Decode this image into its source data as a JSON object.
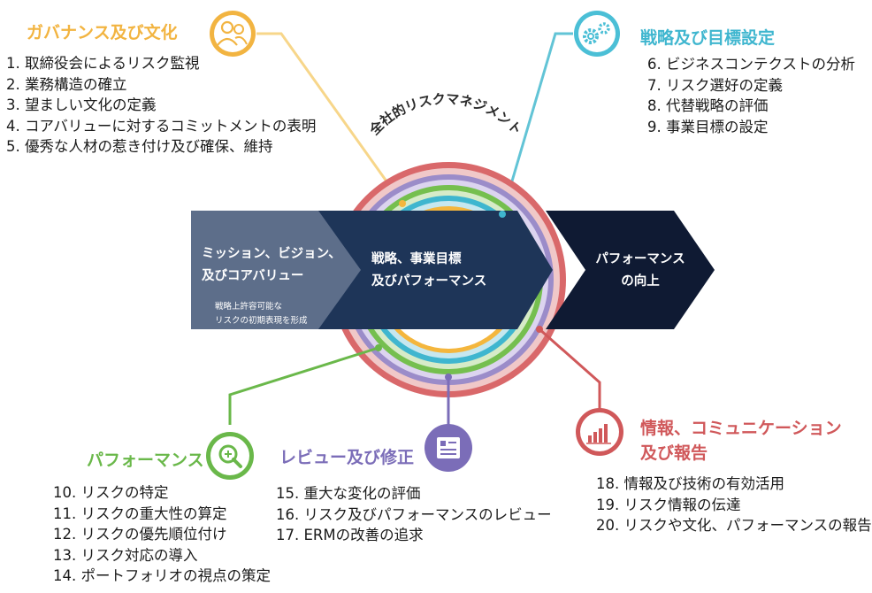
{
  "arc_text": "全社的リスクマネジメント",
  "arrow": {
    "left_title": [
      "ミッション、ビジョン、",
      "及びコアバリュー"
    ],
    "left_sub": [
      "戦略上許容可能な",
      "リスクの初期表現を形成"
    ],
    "middle": [
      "戦略、事業目標",
      "及びパフォーマンス"
    ],
    "right": [
      "パフォーマンス",
      "の向上"
    ]
  },
  "governance": {
    "title": "ガバナンス及び文化",
    "items": [
      "1.  取締役会によるリスク監視",
      "2.  業務構造の確立",
      "3.  望ましい文化の定義",
      "4.  コアバリューに対するコミットメントの表明",
      "5.  優秀な人材の惹き付け及び確保、維持"
    ]
  },
  "strategy": {
    "title": "戦略及び目標設定",
    "items": [
      "6. ビジネスコンテクストの分析",
      "7. リスク選好の定義",
      "8. 代替戦略の評価",
      "9. 事業目標の設定"
    ]
  },
  "performance": {
    "title": "パフォーマンス",
    "items": [
      "10. リスクの特定",
      "11. リスクの重大性の算定",
      "12. リスクの優先順位付け",
      "13. リスク対応の導入",
      "14. ポートフォリオの視点の策定"
    ]
  },
  "review": {
    "title": "レビュー及び修正",
    "items": [
      "15. 重大な変化の評価",
      "16. リスク及びパフォーマンスのレビュー",
      "17. ERMの改善の追求"
    ]
  },
  "info": {
    "title": [
      "情報、コミュニケーション",
      "及び報告"
    ],
    "items": [
      "18. 情報及び技術の有効活用",
      "19. リスク情報の伝達",
      "20. リスクや文化、パフォーマンスの報告"
    ]
  },
  "colors": {
    "governance": "#f2b441",
    "strategy": "#4bbfd6",
    "performance": "#6ab84a",
    "review": "#7b6db8",
    "info": "#d0585a",
    "arrow_left": "#5d6e8a",
    "arrow_middle": "#1e3558",
    "arrow_right": "#0f1a33"
  }
}
